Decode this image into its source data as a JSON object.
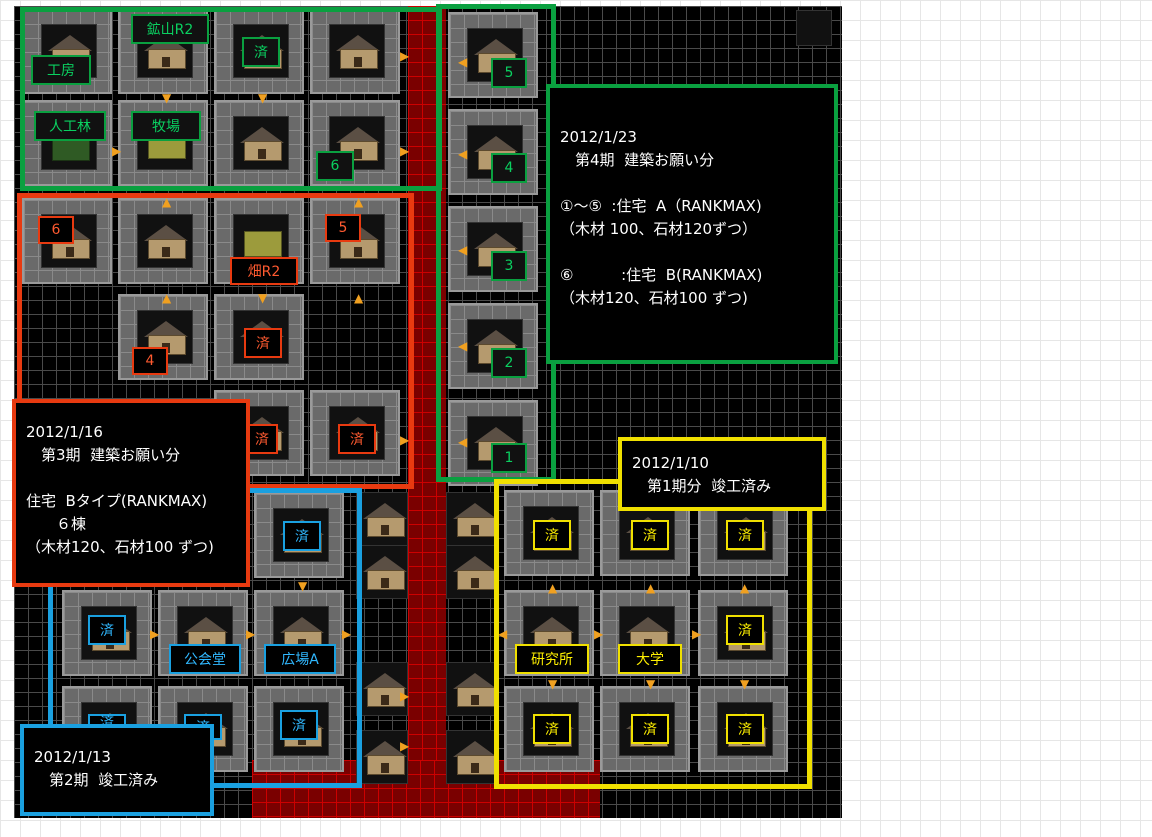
{
  "colors": {
    "green": "#0aa040",
    "red": "#e83a10",
    "blue": "#1aa0e0",
    "yellow": "#f0e000",
    "road": "#7a0000"
  },
  "labels": {
    "kobo": "工房",
    "kozan": "鉱山R2",
    "zumi": "済",
    "jinkorin": "人工林",
    "bokujo": "牧場",
    "hata": "畑R2",
    "kokaido": "公会堂",
    "hiroba": "広場A",
    "kenkyujo": "研究所",
    "daigaku": "大学"
  },
  "numbers": {
    "n1": "1",
    "n2": "2",
    "n3": "3",
    "n4": "4",
    "n5": "5",
    "n6": "6"
  },
  "notes": {
    "phase4": {
      "date": "2012/1/23",
      "title": "　第4期  建築お願い分",
      "l1": "①～⑤  :住宅  A（RANKMAX)",
      "l2": "（木材 100、石材120ずつ）",
      "l3": "⑥          :住宅  B(RANKMAX)",
      "l4": "（木材120、石材100 ずつ)"
    },
    "phase3": {
      "date": "2012/1/16",
      "title": "　第3期  建築お願い分",
      "l1": "住宅  Bタイプ(RANKMAX)",
      "l2": "　　６棟",
      "l3": "（木材120、石材100 ずつ)"
    },
    "phase1": {
      "date": "2012/1/10",
      "title": "　第1期分  竣工済み"
    },
    "phase2": {
      "date": "2012/1/13",
      "title": "　第2期  竣工済み"
    }
  },
  "icons": {
    "house": "house-icon",
    "forest": "forest-icon",
    "farm": "farm-icon",
    "arrow": "arrow-icon"
  }
}
